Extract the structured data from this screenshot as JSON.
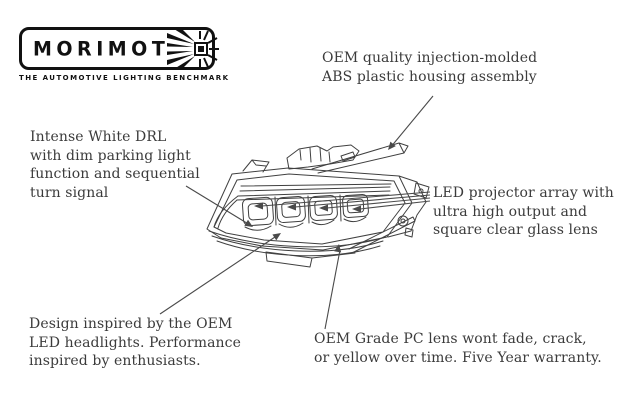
{
  "colors": {
    "background": "#ffffff",
    "ink": "#3b3b3b",
    "line_art": "#404040",
    "callout": "#4a4a4a",
    "logo": "#111111"
  },
  "logo": {
    "brand": "MORIMOTO",
    "text": "MORIMOT",
    "stylized_letter": "O",
    "tagline": "THE AUTOMOTIVE LIGHTING BENCHMARK"
  },
  "illustration": {
    "subject": "LED headlight technical line drawing with callout arrows"
  },
  "annotations": {
    "housing": {
      "lines": [
        "OEM quality injection-molded",
        "ABS plastic housing assembly"
      ]
    },
    "drl": {
      "lines": [
        "Intense White DRL",
        "with dim parking light",
        "function and sequential",
        "turn signal"
      ]
    },
    "projector": {
      "lines": [
        "LED projector array with",
        "ultra high output and",
        "square clear glass lens"
      ]
    },
    "design": {
      "lines": [
        "Design inspired by the OEM",
        "LED headlights. Performance",
        "inspired by enthusiasts."
      ]
    },
    "lens": {
      "lines": [
        "OEM Grade PC lens wont fade, crack,",
        "or yellow over time. Five Year warranty."
      ]
    }
  }
}
